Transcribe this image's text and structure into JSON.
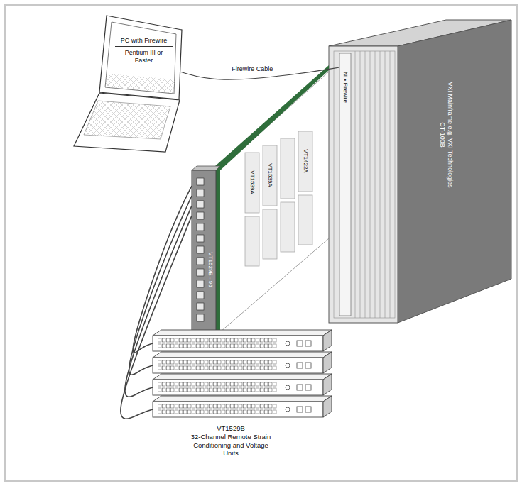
{
  "diagram": {
    "nodes": [
      {
        "text": [
          "PC with Firewire",
          "Pentium III or Faster"
        ]
      },
      {
        "text": [
          "VXI Mainframe e.g. VXI Technologies CT-100B"
        ]
      },
      {
        "text": [
          "NI • Firewire"
        ],
        "in": 1
      },
      {
        "text": [
          "VT1529B - 96"
        ]
      },
      {
        "text": [
          "VT1539A"
        ]
      },
      {
        "text": [
          "VT1539A"
        ]
      },
      {
        "text": [
          "VT1422A"
        ]
      },
      {
        "text": [
          "VT1529B",
          "32-Channel Remote Strain Conditioning and Voltage Units"
        ]
      }
    ],
    "edges": [
      {
        "from": 0,
        "to": 2,
        "label": "Firewire Cable",
        "arrow": "none"
      },
      {
        "from": 3,
        "to": 7,
        "arrow": "none"
      },
      {
        "from": 3,
        "to": 7,
        "arrow": "none"
      },
      {
        "from": 3,
        "to": 7,
        "arrow": "none"
      },
      {
        "from": 3,
        "to": 7,
        "arrow": "none"
      }
    ]
  }
}
